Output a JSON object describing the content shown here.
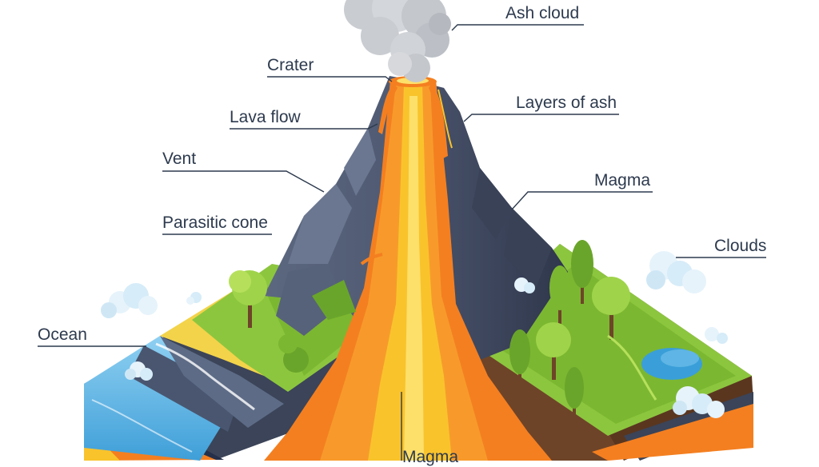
{
  "labels": {
    "ash_cloud": "Ash cloud",
    "crater": "Crater",
    "lava_flow": "Lava flow",
    "layers_of_ash": "Layers of ash",
    "vent": "Vent",
    "magma_right": "Magma",
    "parasitic_cone": "Parasitic cone",
    "clouds": "Clouds",
    "ocean": "Ocean",
    "magma_bottom": "Magma"
  },
  "colors": {
    "label_text": "#2d3a4e",
    "leader_line": "#2d3a4e",
    "rock": "#4f5a72",
    "lava": "#f47f20",
    "lava_core": "#f9c32c",
    "grass": "#8cc63f",
    "ocean": "#5fb5e5",
    "smoke": "#c9ccd1"
  }
}
